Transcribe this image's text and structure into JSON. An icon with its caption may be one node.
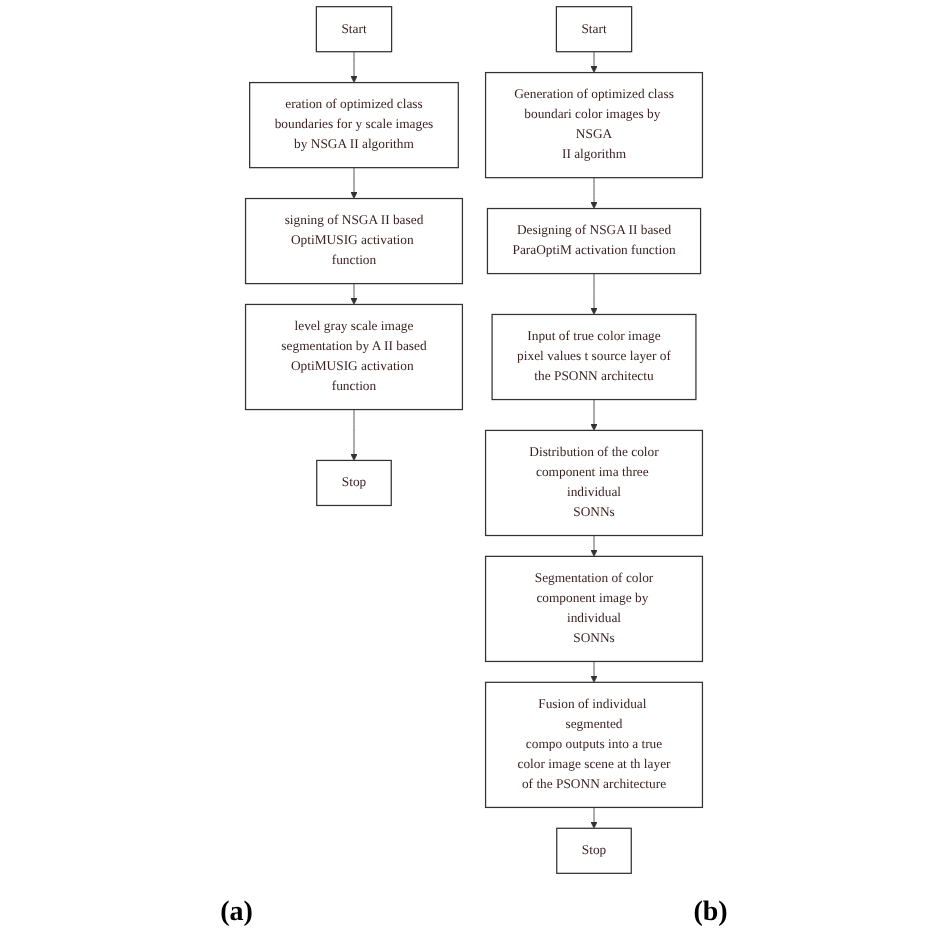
{
  "diagram": {
    "nodes": [
      {
        "text": [
          "Start"
        ]
      },
      {
        "text": [
          "eration of optimized class boundaries for y scale images by NSGA II algorithm"
        ]
      },
      {
        "text": [
          "signing of NSGA II based OptiMUSIG activation function"
        ]
      },
      {
        "text": [
          "level gray scale image segmentation by A II based OptiMUSIG activation function"
        ]
      },
      {
        "text": [
          "Stop"
        ]
      },
      {
        "text": [
          "Start"
        ]
      },
      {
        "text": [
          "Generation of optimized class boundari color images by NSGA II algorithm"
        ]
      },
      {
        "text": [
          "Designing of NSGA II based ParaOptiM activation function"
        ]
      },
      {
        "text": [
          "Input of true color image pixel values t source layer of the PSONN architectu"
        ]
      },
      {
        "text": [
          "Distribution of the color component ima three individual SONNs"
        ]
      },
      {
        "text": [
          "Segmentation of color component image by individual SONNs"
        ]
      },
      {
        "text": [
          "Fusion of individual segmented compo outputs into a true color image scene at th layer of the PSONN architecture"
        ]
      },
      {
        "text": [
          "Stop"
        ]
      }
    ],
    "edges": [
      {
        "from": 0,
        "to": 1,
        "arrow": "to"
      },
      {
        "from": 1,
        "to": 2,
        "arrow": "to"
      },
      {
        "from": 2,
        "to": 3,
        "arrow": "to"
      },
      {
        "from": 3,
        "to": 4,
        "arrow": "to"
      },
      {
        "from": 5,
        "to": 6,
        "arrow": "to"
      },
      {
        "from": 6,
        "to": 7,
        "arrow": "to"
      },
      {
        "from": 7,
        "to": 8,
        "arrow": "to"
      },
      {
        "from": 8,
        "to": 9,
        "arrow": "to"
      },
      {
        "from": 9,
        "to": 10,
        "arrow": "to"
      },
      {
        "from": 10,
        "to": 11,
        "arrow": "to"
      },
      {
        "from": 11,
        "to": 12,
        "arrow": "to"
      }
    ],
    "labels": [
      "(a)",
      "(b)"
    ]
  }
}
